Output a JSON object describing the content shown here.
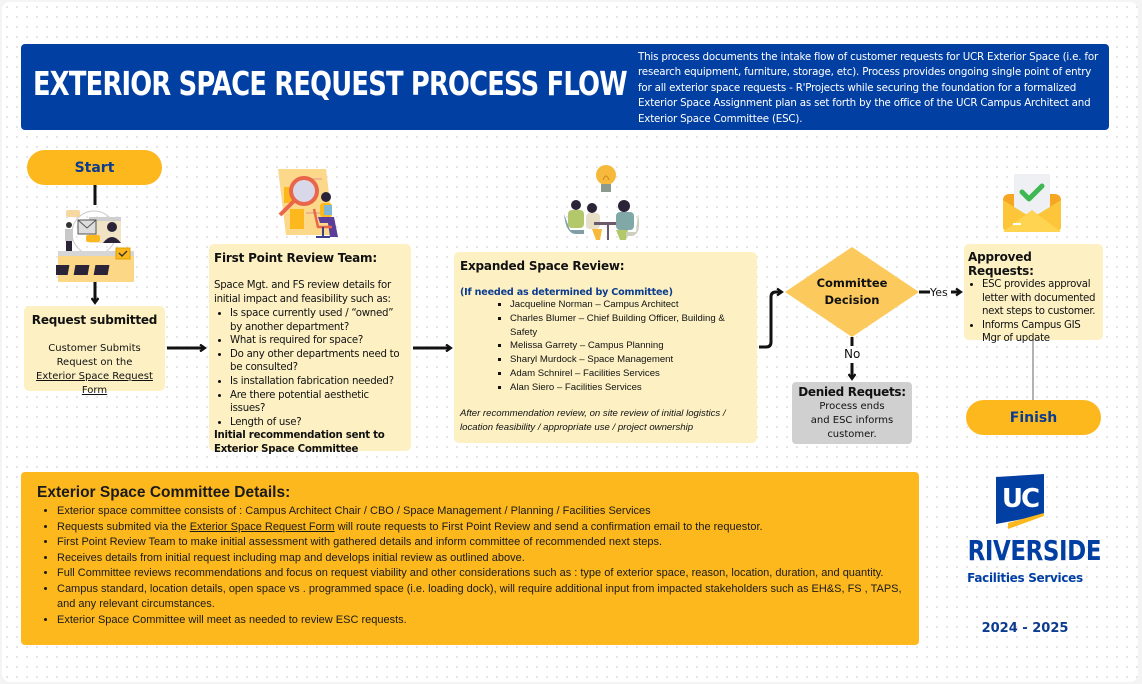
{
  "header": {
    "title": "EXTERIOR SPACE REQUEST PROCESS FLOW",
    "description": "This process documents the intake flow of customer requests for UCR Exterior Space (i.e. for research equipment, furniture, storage, etc). Process provides ongoing single point of entry for all exterior space requests - R'Projects while securing the foundation for a formalized Exterior Space Assignment plan as set forth by the office of the UCR Campus Architect and Exterior Space Committee (ESC)."
  },
  "flow": {
    "start_label": "Start",
    "finish_label": "Finish",
    "request_submitted": {
      "title": "Request submitted",
      "line1": "Customer Submits",
      "line2": "Request on the",
      "form_link": "Exterior Space Request Form"
    },
    "first_point_review": {
      "title": "First Point Review Team:",
      "intro": "Space Mgt. and FS review details for initial impact and feasibility such as:",
      "items": [
        "Is space currently used / “owned” by another department?",
        "What is required for space?",
        "Do any other departments need to be consulted?",
        "Is installation fabrication needed?",
        "Are there potential aesthetic issues?",
        "Length of use?"
      ],
      "recommendation": "Initial recommendation sent to Exterior Space Committee"
    },
    "expanded_review": {
      "title": "Expanded Space Review:",
      "subtitle": "(If needed as determined by Committee)",
      "members": [
        "Jacqueline Norman – Campus Architect",
        "Charles Blumer – Chief Building Officer, Building & Safety",
        "Melissa Garrety – Campus Planning",
        "Sharyl Murdock – Space Management",
        "Adam Schnirel – Facilities Services",
        "Alan Siero – Facilities Services"
      ],
      "note": "After recommendation review, on site review of initial logistics / location feasibility / appropriate use / project ownership"
    },
    "decision": {
      "line1": "Committee",
      "line2": "Decision",
      "yes_label": "Yes",
      "no_label": "No"
    },
    "denied": {
      "title": "Denied Requets:",
      "line1": "Process ends",
      "line2": "and ESC informs",
      "line3": "customer."
    },
    "approved": {
      "title": "Approved Requests:",
      "items": [
        "ESC provides approval letter with documented next steps to customer.",
        "Informs Campus GIS Mgr of update"
      ]
    }
  },
  "details": {
    "title": "Exterior Space Committee Details:",
    "item0": "Exterior space committee consists of : Campus Architect Chair / CBO / Space Management / Planning / Facilities Services",
    "item1_pre": "Requests submited via the ",
    "item1_link": "Exterior Space Request Form",
    "item1_post": " will route requests to First Point Review and send a confirmation email to the requestor.",
    "item2": "First Point Review Team to make initial assessment with gathered details and inform committee of recommended next steps.",
    "item3": "Receives details from initial request including map and develops initial review as outlined above.",
    "item4": "Full Committee reviews recommendations and focus on request viability and other considerations such as : type of exterior space, reason, location, duration, and quantity.",
    "item5": "Campus standard, location details, open space vs . programmed space (i.e. loading dock), will require additional input from impacted stakeholders such as EH&S, FS , TAPS, and any relevant circumstances.",
    "item6": "Exterior Space Committee will meet as needed to review ESC requests."
  },
  "branding": {
    "uc": "UC",
    "riverside": "RIVERSIDE",
    "department": "Facilities Services",
    "years": "2024 - 2025"
  },
  "colors": {
    "brand_blue": "#023fa3",
    "gold": "#fdb81e",
    "card_cream": "#fdf1c4",
    "denied_gray": "#d0d0d0",
    "diamond": "#fcc95d"
  }
}
